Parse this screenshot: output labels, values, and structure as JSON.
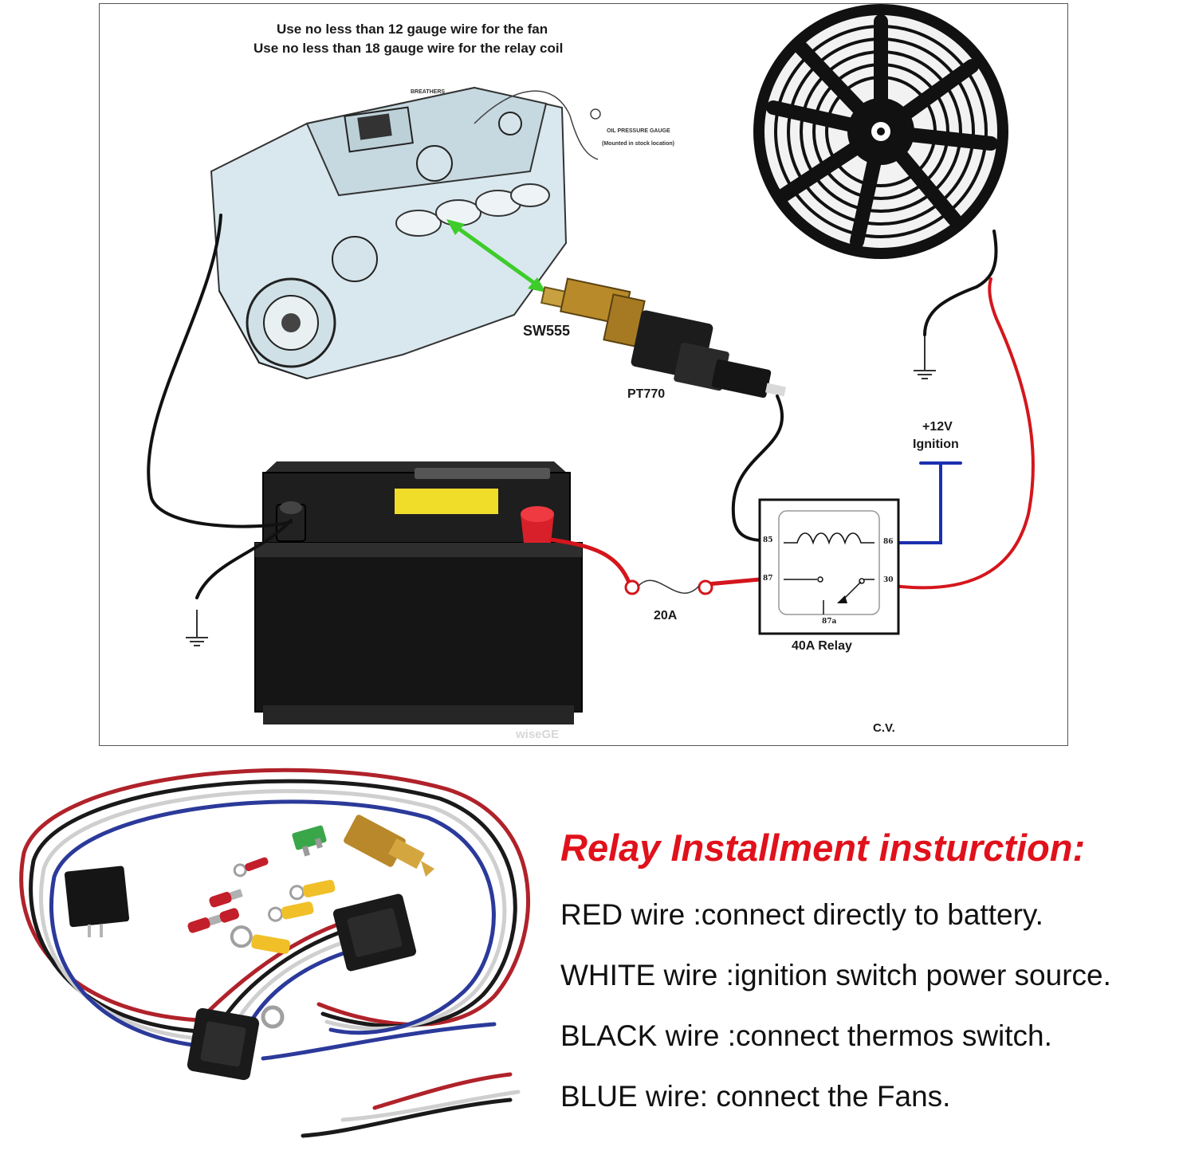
{
  "diagram": {
    "notes": [
      "Use no less than 12 gauge wire for the fan",
      "Use no less than 18 gauge wire for the relay coil"
    ],
    "engine_labels": {
      "breathers": "BREATHERS",
      "oil_gauge_line1": "OIL PRESSURE GAUGE",
      "oil_gauge_line2": "(Mounted in stock location)"
    },
    "sensor_label": "SW555",
    "connector_label": "PT770",
    "ignition_label_1": "+12V",
    "ignition_label_2": "Ignition",
    "fuse_label": "20A",
    "relay_label": "40A Relay",
    "relay_pins": {
      "p85": "85",
      "p86": "86",
      "p87": "87",
      "p30": "30",
      "p87a": "87a"
    },
    "battery_watermark": "wiseGE",
    "credit": "C.V.",
    "colors": {
      "red_wire": "#d4161c",
      "black_wire": "#111111",
      "blue_wire": "#1b2fb0",
      "probe_arrow": "#3ecc2a"
    }
  },
  "instructions": {
    "title": "Relay Installment insturction:",
    "title_color": "#e0111b",
    "lines": [
      "RED wire :connect directly to battery.",
      "WHITE wire :ignition switch power source.",
      "BLACK wire :connect thermos switch.",
      "BLUE wire: connect the Fans."
    ]
  }
}
